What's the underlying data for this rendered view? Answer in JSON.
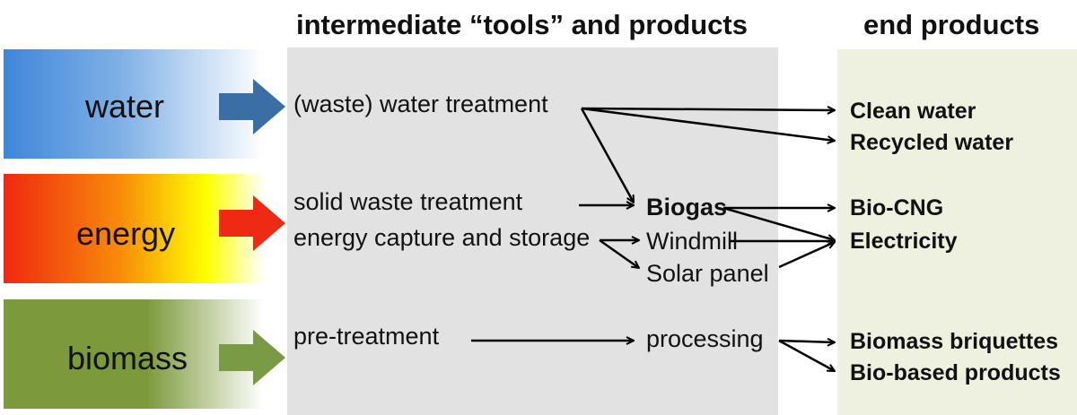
{
  "headers": {
    "intermediate": "intermediate “tools” and products",
    "end": "end products"
  },
  "sources": [
    {
      "label": "water"
    },
    {
      "label": "energy"
    },
    {
      "label": "biomass"
    }
  ],
  "intermediate": {
    "water_treatment": "(waste) water treatment",
    "solid_waste": "solid waste treatment",
    "energy_capture": "energy capture and storage",
    "pre_treatment": "pre-treatment",
    "biogas": "Biogas",
    "windmill": "Windmill",
    "solar_panel": "Solar panel",
    "processing": "processing"
  },
  "end_products": {
    "clean_water": "Clean water",
    "recycled_water": "Recycled water",
    "bio_cng": "Bio-CNG",
    "electricity": "Electricity",
    "biomass_briquettes": "Biomass briquettes",
    "bio_based_products": "Bio-based products"
  },
  "colors": {
    "intermediate_panel": "#e2e2e2",
    "end_panel": "#eef0e0",
    "water_gradient_start": "#3f86d8",
    "energy_gradient_start": "#f02810",
    "energy_gradient_mid": "#ffff00",
    "biomass_gradient_start": "#7c9a3c",
    "water_arrow": "#3a6ea5",
    "energy_arrow": "#ee2a14",
    "biomass_arrow": "#7b9a46"
  }
}
